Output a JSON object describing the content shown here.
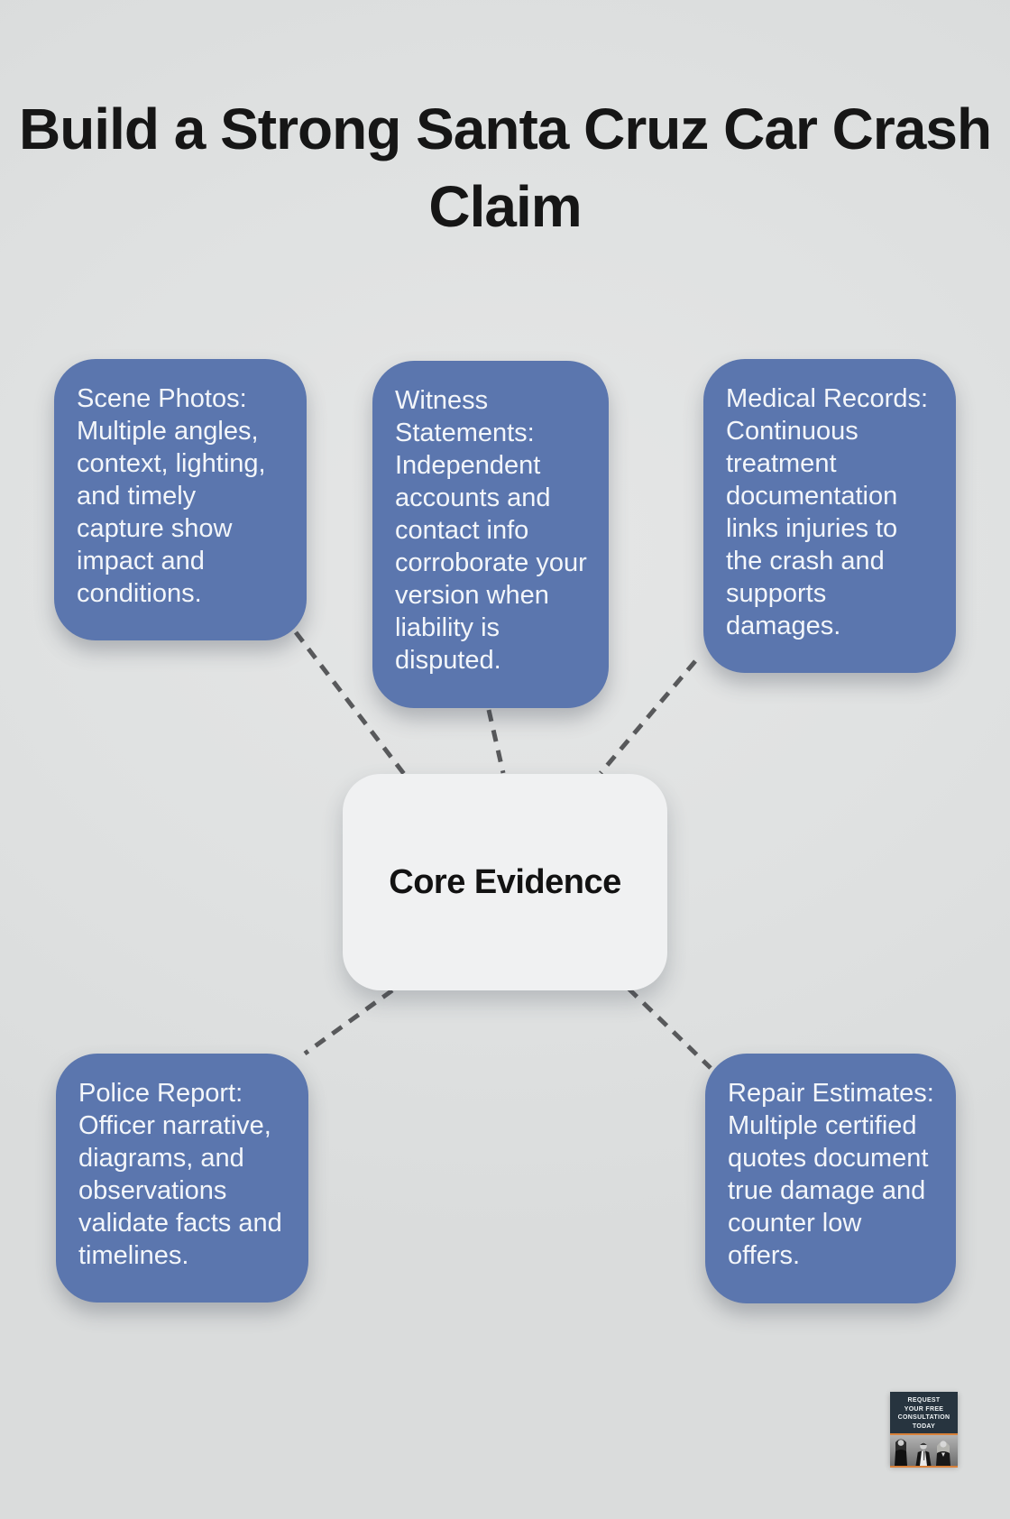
{
  "title": "Build a Strong Santa Cruz Car Crash Claim",
  "center": {
    "label": "Core Evidence"
  },
  "cards": [
    {
      "name": "scene-photos",
      "text": "Scene Photos:\nMultiple angles,\ncontext, lighting,\nand timely\ncapture show\nimpact and\nconditions."
    },
    {
      "name": "witness-statements",
      "text": "Witness\nStatements:\nIndependent\naccounts and\ncontact info\ncorroborate your\nversion when\nliability is\ndisputed."
    },
    {
      "name": "medical-records",
      "text": "Medical Records:\nContinuous\ntreatment\ndocumentation\nlinks injuries to\nthe crash and\nsupports\ndamages."
    },
    {
      "name": "police-report",
      "text": "Police Report:\nOfficer narrative,\ndiagrams, and\nobservations\nvalidate facts and\ntimelines."
    },
    {
      "name": "repair-estimates",
      "text": "Repair Estimates:\nMultiple certified\nquotes document\ntrue damage and\ncounter low\noffers."
    }
  ],
  "badge": {
    "text": "REQUEST\nYOUR FREE\nCONSULTATION\nTODAY",
    "photo_icon": "three-attorneys-photo"
  },
  "colors": {
    "background": "#dfe0e0",
    "card_blue": "#5b76ae",
    "card_text": "#f3f6fa",
    "center_bg": "#f0f1f2",
    "title_text": "#161616",
    "connector_dash": "#58595b",
    "badge_bg": "#27343f",
    "badge_accent": "#d8813a"
  }
}
